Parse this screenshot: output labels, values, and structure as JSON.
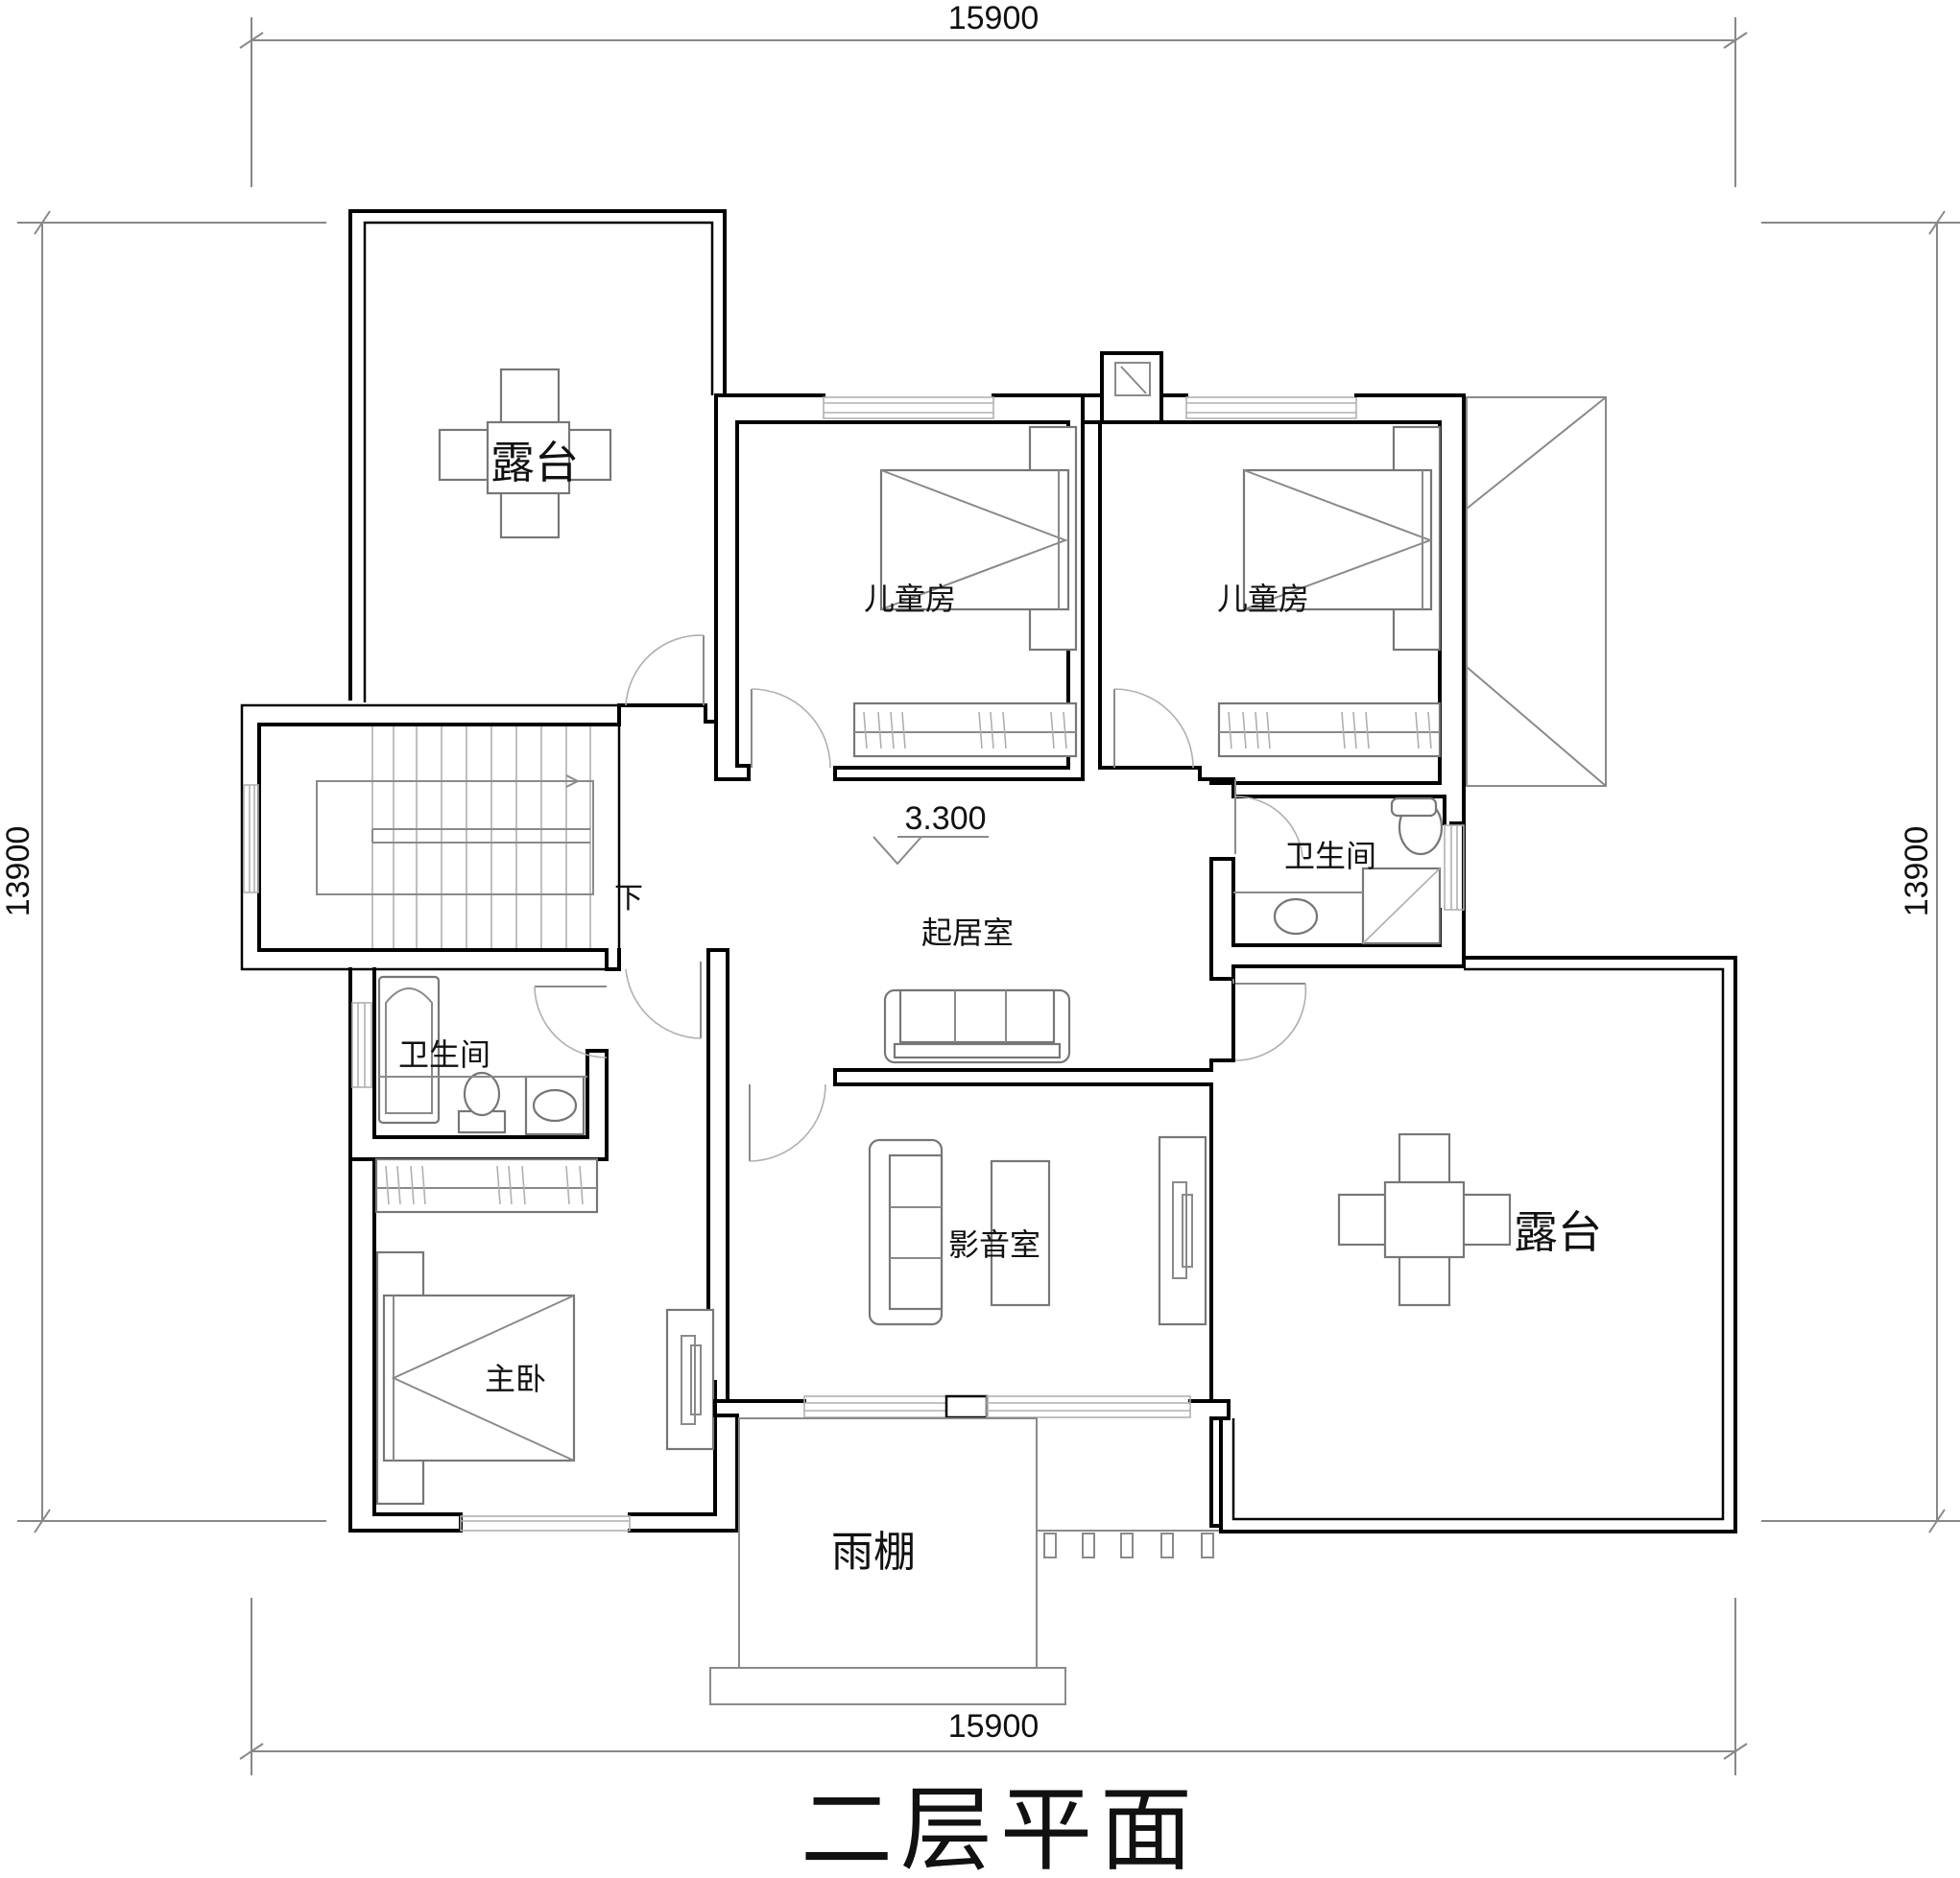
{
  "title": "二层平面",
  "dimensions": {
    "top": "15900",
    "bottom": "15900",
    "left": "13900",
    "right": "13900"
  },
  "elevation": "3.300",
  "stair_direction": "下",
  "rooms": {
    "terrace_nw": "露台",
    "kids_room_1": "儿童房",
    "kids_room_2": "儿童房",
    "bathroom_east": "卫生间",
    "bathroom_west": "卫生间",
    "living_room": "起居室",
    "av_room": "影音室",
    "master_bedroom": "主卧",
    "terrace_se": "露台",
    "canopy": "雨棚"
  }
}
